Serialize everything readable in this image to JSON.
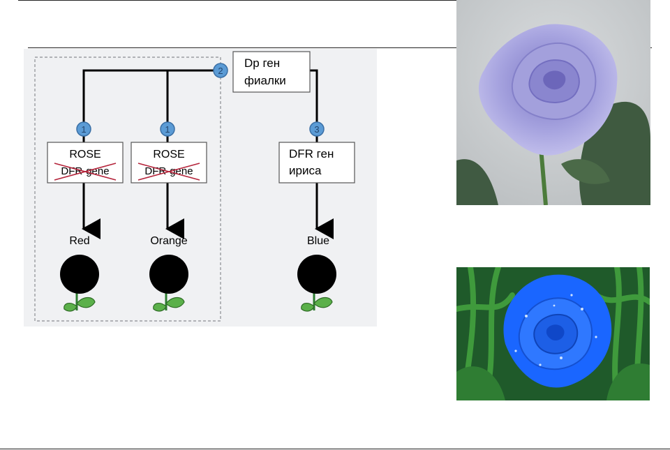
{
  "diagram": {
    "top_gene_box": {
      "line1": "Dp    ген",
      "line2": "фиалки"
    },
    "markers": [
      "1",
      "1",
      "2",
      "3"
    ],
    "rose_boxes": [
      {
        "title": "ROSE",
        "crossed": "DFR-gene"
      },
      {
        "title": "ROSE",
        "crossed": "DFR-gene"
      }
    ],
    "iris_box": {
      "line1": "DFR ген",
      "line2": "ириса"
    },
    "outcomes": [
      "Red",
      "Orange",
      "Blue"
    ],
    "colors": {
      "marker_fill": "#5b9bd5",
      "red_rose": "#c8202a",
      "orange_rose": "#ee7a1c",
      "blue_rose": "#4a86c6",
      "leaf": "#5bb04a",
      "cross": "#b4233a",
      "background": "#f0f1f3"
    }
  },
  "photos": [
    {
      "name": "lavender-rose-photo",
      "color": "#a8a6e0"
    },
    {
      "name": "blue-rose-photo",
      "color": "#1e63e6"
    }
  ]
}
